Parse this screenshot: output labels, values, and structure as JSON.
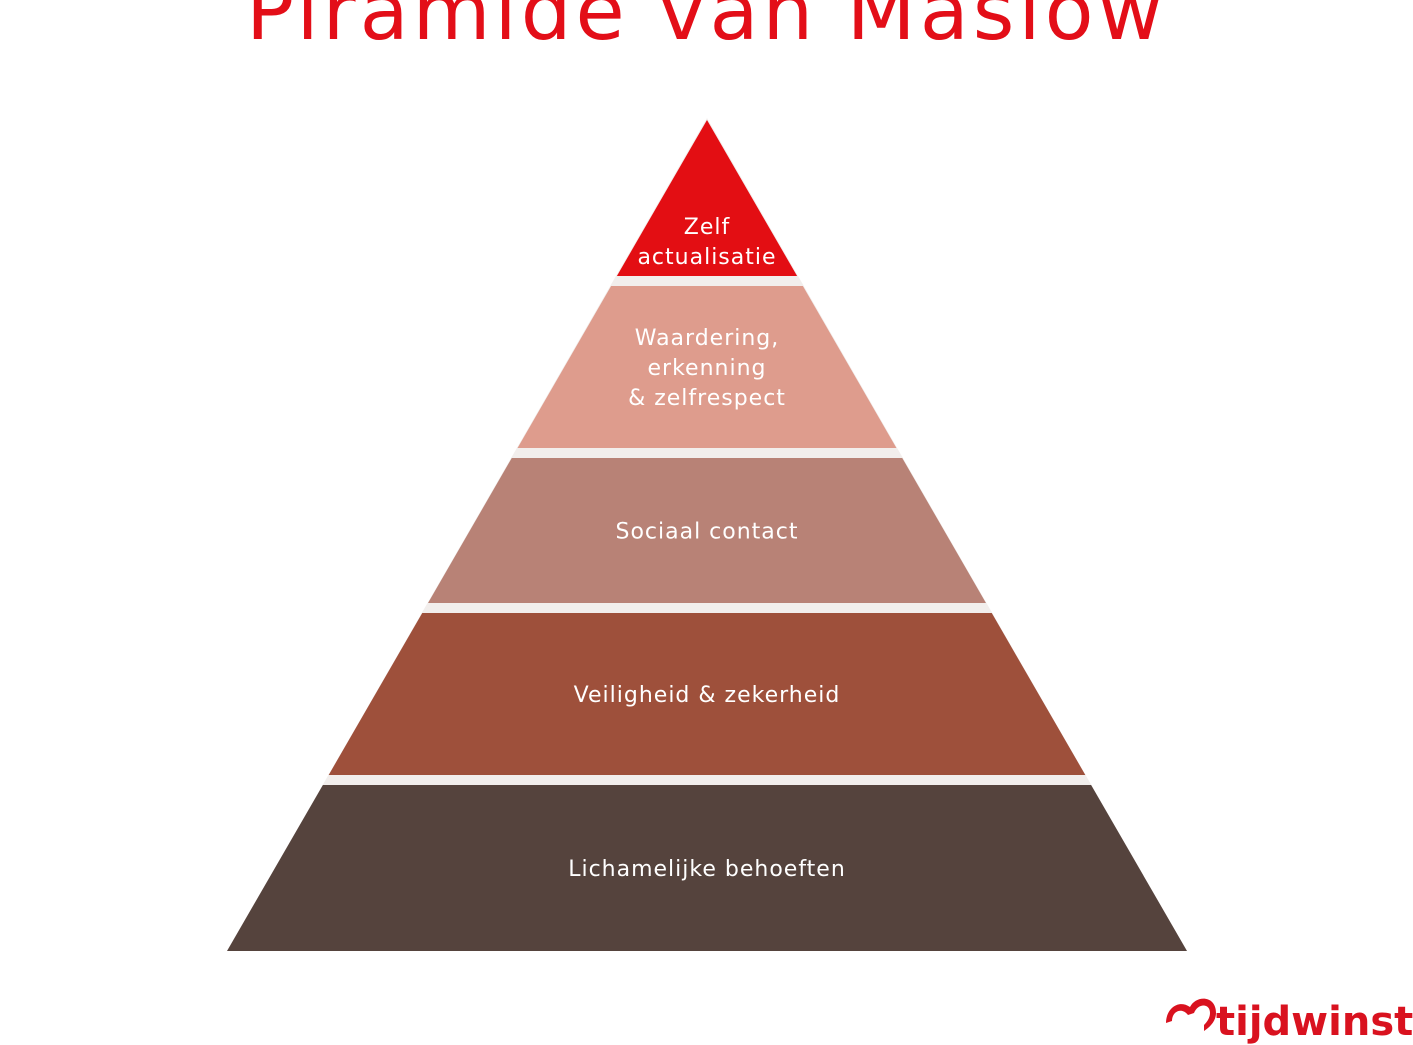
{
  "title": "Piramide van Maslow",
  "colors": {
    "title": "#e30e18",
    "background": "#ffffff",
    "separator": "#f2eeec",
    "label": "#ffffff",
    "logo": "#d9121f"
  },
  "tiers": [
    {
      "lines": [
        "Zelf",
        "actualisatie"
      ],
      "color": "#e30e13"
    },
    {
      "lines": [
        "Waardering,",
        "erkenning",
        "& zelfrespect"
      ],
      "color": "#de9c8d"
    },
    {
      "lines": [
        "Sociaal contact"
      ],
      "color": "#b88276"
    },
    {
      "lines": [
        "Veiligheid & zekerheid"
      ],
      "color": "#9e503b"
    },
    {
      "lines": [
        "Lichamelijke behoeften"
      ],
      "color": "#55433d"
    }
  ],
  "logo": {
    "text": "tijdwinst.com",
    "icon": "clock-heart-icon"
  }
}
